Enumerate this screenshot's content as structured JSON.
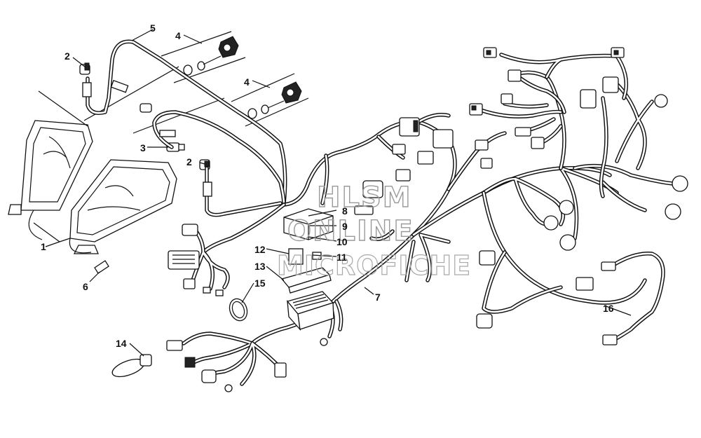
{
  "watermark": {
    "line1": "HLSM",
    "line2": "ONLINE",
    "line3": "MICROFICHE"
  },
  "callouts": [
    {
      "id": "c1",
      "label": "1"
    },
    {
      "id": "c2a",
      "label": "2"
    },
    {
      "id": "c2b",
      "label": "2"
    },
    {
      "id": "c3",
      "label": "3"
    },
    {
      "id": "c4a",
      "label": "4"
    },
    {
      "id": "c4b",
      "label": "4"
    },
    {
      "id": "c5",
      "label": "5"
    },
    {
      "id": "c6",
      "label": "6"
    },
    {
      "id": "c7",
      "label": "7"
    },
    {
      "id": "c8",
      "label": "8"
    },
    {
      "id": "c9",
      "label": "9"
    },
    {
      "id": "c10",
      "label": "10"
    },
    {
      "id": "c11",
      "label": "11"
    },
    {
      "id": "c12",
      "label": "12"
    },
    {
      "id": "c13",
      "label": "13"
    },
    {
      "id": "c14",
      "label": "14"
    },
    {
      "id": "c15",
      "label": "15"
    },
    {
      "id": "c16",
      "label": "16"
    }
  ]
}
